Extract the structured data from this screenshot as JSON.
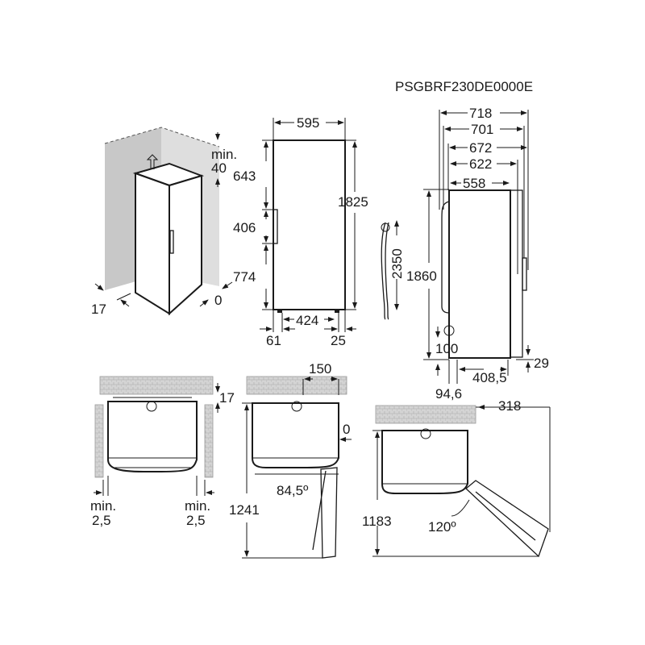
{
  "model_code": "PSGBRF230DE0000E",
  "isometric_view": {
    "min_label": "min.",
    "top_clearance": "40",
    "side_clearance": "17",
    "back_clearance": "0"
  },
  "front_view": {
    "width": "595",
    "top_section": "643",
    "handle_section": "406",
    "bottom_section": "774",
    "height": "1825",
    "feet_span": "424",
    "left_offset": "61",
    "right_offset": "25"
  },
  "side_view": {
    "depth_718": "718",
    "depth_701": "701",
    "depth_672": "672",
    "depth_622": "622",
    "depth_558": "558",
    "height": "1860",
    "cable_length": "2350",
    "socket_height": "100",
    "foot_height": "29",
    "feet_depth": "408,5",
    "front_offset": "94,6"
  },
  "plan_views": {
    "wall_clearance": "17",
    "side_min_label": "min.",
    "side_min_value": "2,5",
    "door_swing_depth_1": "150",
    "hinge_side_gap": "0",
    "door_angle_1": "84,5º",
    "total_depth_1": "1241",
    "door_swing_depth_2": "318",
    "total_depth_2": "1183",
    "door_angle_2": "120º"
  }
}
